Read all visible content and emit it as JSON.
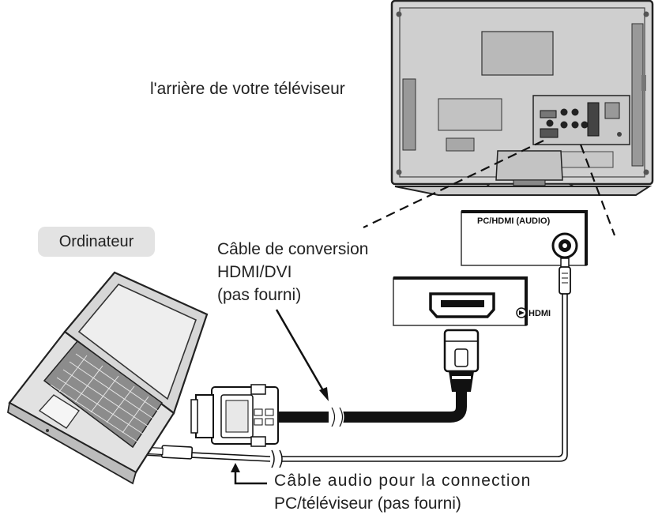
{
  "labels": {
    "tv_back": "l'arrière de votre téléviseur",
    "computer": "Ordinateur",
    "hdmi_dvi_cable": [
      "Câble de conversion",
      "HDMI/DVI",
      "(pas fourni)"
    ],
    "audio_cable": [
      "Câble audio pour la connection",
      "PC/téléviseur (pas fourni)"
    ]
  },
  "ports": {
    "audio_port": "PC/HDMI (AUDIO)",
    "hdmi_port": "HDMI"
  }
}
